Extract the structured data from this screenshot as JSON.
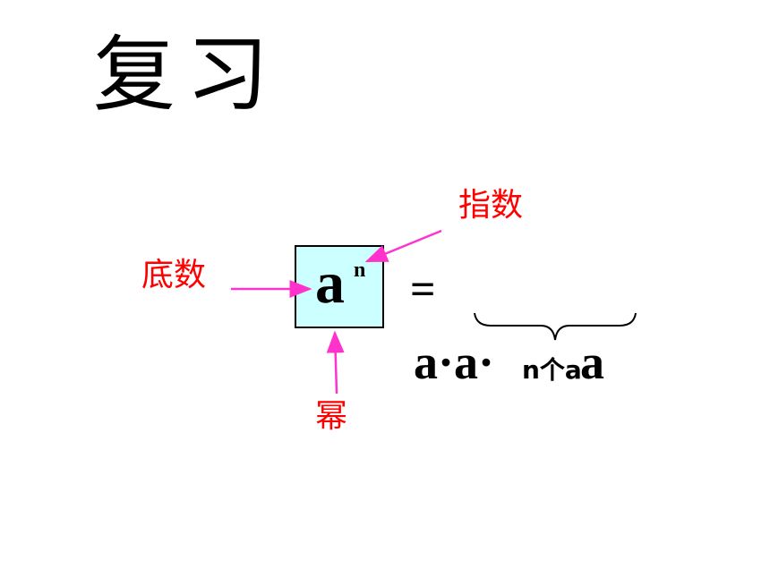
{
  "title": "复习",
  "labels": {
    "index": "指数",
    "base": "底数",
    "power": "幂"
  },
  "expression": {
    "base": "a",
    "exponent": "n",
    "equals": "=",
    "product": "a·a·",
    "product_end": "a",
    "count_label": "n个a"
  },
  "colors": {
    "label": "#ff0000",
    "arrow": "#ff33cc",
    "box_fill": "#ccffff"
  }
}
